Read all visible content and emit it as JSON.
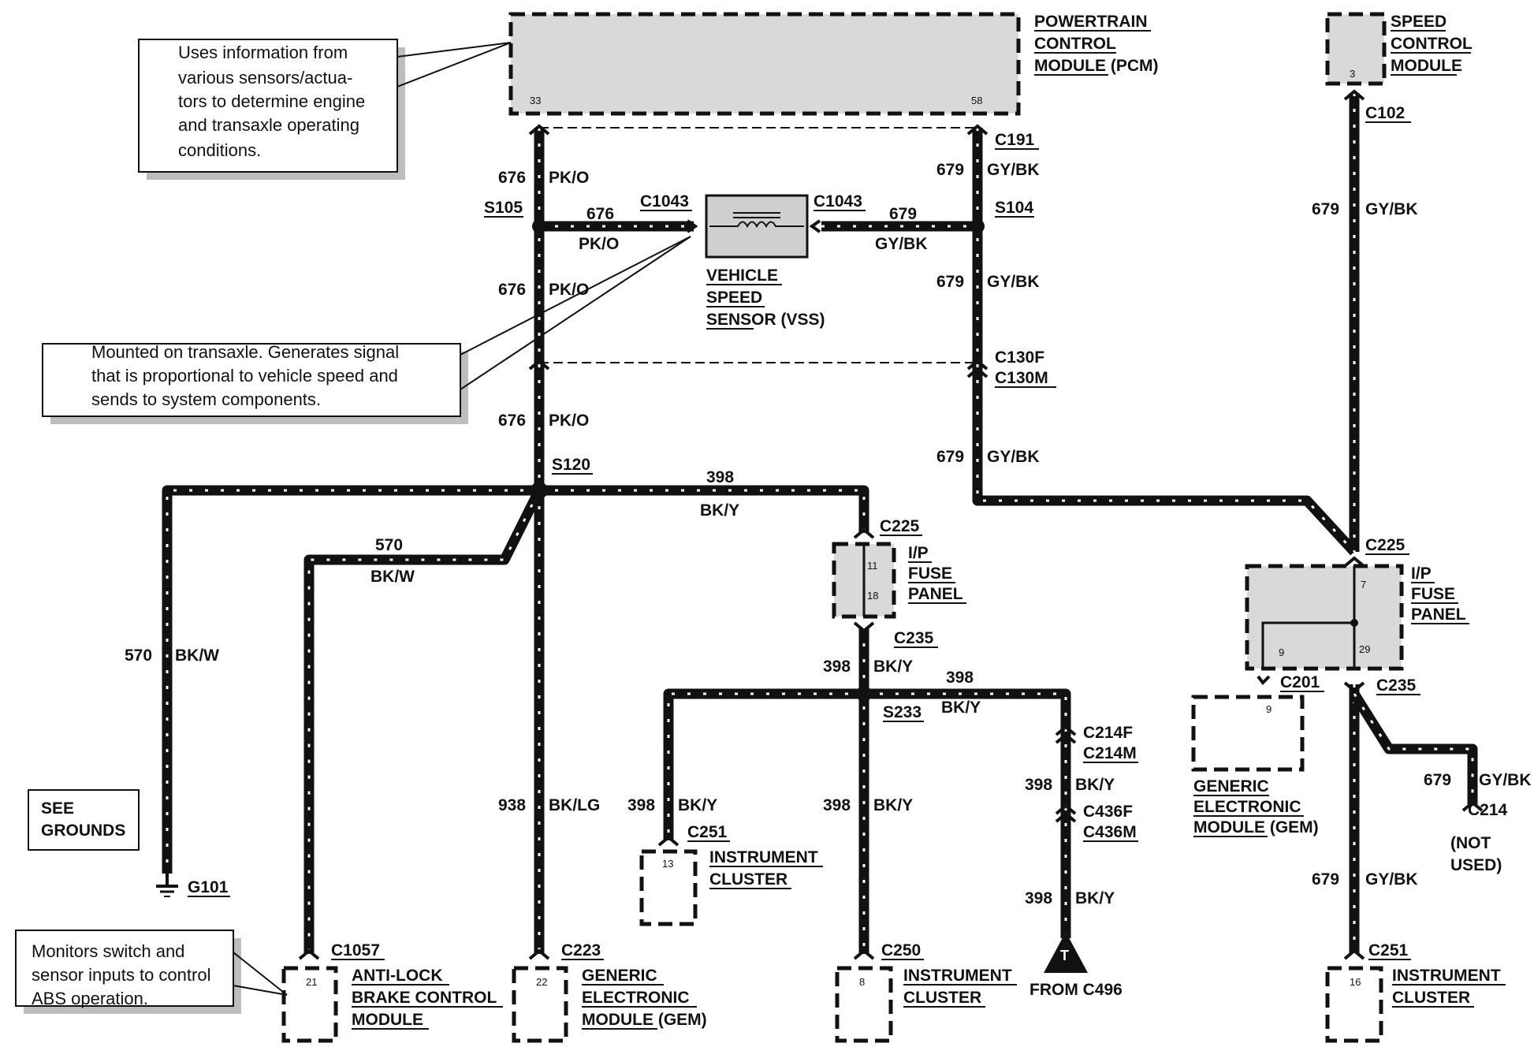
{
  "modules": {
    "pcm": {
      "lines": [
        "POWERTRAIN",
        "CONTROL",
        "MODULE (PCM)"
      ],
      "pins": [
        "33",
        "58"
      ]
    },
    "scm": {
      "lines": [
        "SPEED",
        "CONTROL",
        "MODULE"
      ],
      "pin": "3"
    },
    "vss": {
      "lines": [
        "VEHICLE",
        "SPEED",
        "SENSOR (VSS)"
      ]
    },
    "fuse_panel_center": {
      "lines": [
        "I/P",
        "FUSE",
        "PANEL"
      ],
      "pins": [
        "11",
        "18"
      ]
    },
    "fuse_panel_right": {
      "lines": [
        "I/P",
        "FUSE",
        "PANEL"
      ],
      "pins": [
        "7",
        "9",
        "29"
      ]
    },
    "gem_right": {
      "lines": [
        "GENERIC",
        "ELECTRONIC",
        "MODULE (GEM)"
      ],
      "pin": "9"
    },
    "abs": {
      "lines": [
        "ANTI-LOCK",
        "BRAKE CONTROL",
        "MODULE"
      ],
      "pin": "21"
    },
    "gem_bottom": {
      "lines": [
        "GENERIC",
        "ELECTRONIC",
        "MODULE (GEM)"
      ],
      "pin": "22"
    },
    "cluster_left": {
      "lines": [
        "INSTRUMENT",
        "CLUSTER"
      ],
      "pin": "13"
    },
    "cluster_center": {
      "lines": [
        "INSTRUMENT",
        "CLUSTER"
      ],
      "pin": "8"
    },
    "cluster_right": {
      "lines": [
        "INSTRUMENT",
        "CLUSTER"
      ],
      "pin": "16"
    }
  },
  "connectors": {
    "c191": "C191",
    "c102": "C102",
    "c1043a": "C1043",
    "c1043b": "C1043",
    "c130f": "C130F",
    "c130m": "C130M",
    "c225a": "C225",
    "c235a": "C235",
    "c225b": "C225",
    "c201": "C201",
    "c235b": "C235",
    "c214f": "C214F",
    "c214m": "C214M",
    "c436f": "C436F",
    "c436m": "C436M",
    "c214": "C214",
    "c251a": "C251",
    "c251b": "C251",
    "c1057": "C1057",
    "c223": "C223",
    "c250": "C250"
  },
  "splices": {
    "s105": "S105",
    "s104": "S104",
    "s120": "S120",
    "s233": "S233"
  },
  "ground": {
    "id": "G101",
    "see_lines": [
      "SEE",
      "GROUNDS"
    ]
  },
  "wire_labels": {
    "w1": {
      "num": "676",
      "color": "PK/O"
    },
    "w2": {
      "num": "679",
      "color": "GY/BK"
    },
    "w3": {
      "num": "676",
      "color": "PK/O"
    },
    "w4": {
      "num": "679",
      "color": "GY/BK"
    },
    "w5": {
      "num": "676",
      "color": "PK/O"
    },
    "w6": {
      "num": "679",
      "color": "GY/BK"
    },
    "w7": {
      "num": "679",
      "color": "GY/BK"
    },
    "w8": {
      "num": "676",
      "color": "PK/O"
    },
    "w9": {
      "num": "679",
      "color": "GY/BK"
    },
    "w10": {
      "num": "398",
      "color": "BK/Y"
    },
    "w11": {
      "num": "570",
      "color": "BK/W"
    },
    "w12": {
      "num": "570",
      "color": "BK/W"
    },
    "w13": {
      "num": "398",
      "color": "BK/Y"
    },
    "w14": {
      "num": "398",
      "color": "BK/Y"
    },
    "w15": {
      "num": "938",
      "color": "BK/LG"
    },
    "w16": {
      "num": "398",
      "color": "BK/Y"
    },
    "w17": {
      "num": "398",
      "color": "BK/Y"
    },
    "w18": {
      "num": "398",
      "color": "BK/Y"
    },
    "w19": {
      "num": "398",
      "color": "BK/Y"
    },
    "w20": {
      "num": "679",
      "color": "GY/BK"
    },
    "w21": {
      "num": "679",
      "color": "GY/BK"
    }
  },
  "from_c496": {
    "letter": "T",
    "label": "FROM C496"
  },
  "not_used": [
    "(NOT",
    "USED)"
  ],
  "notes": {
    "pcm": [
      "Uses information from",
      "various sensors/actua-",
      "tors to determine engine",
      "and transaxle operating",
      "conditions."
    ],
    "vss": [
      "Mounted on transaxle. Generates signal",
      "that is proportional to vehicle speed and",
      "sends to system components."
    ],
    "abs": [
      "Monitors switch and",
      "sensor inputs to control",
      "ABS operation."
    ]
  }
}
